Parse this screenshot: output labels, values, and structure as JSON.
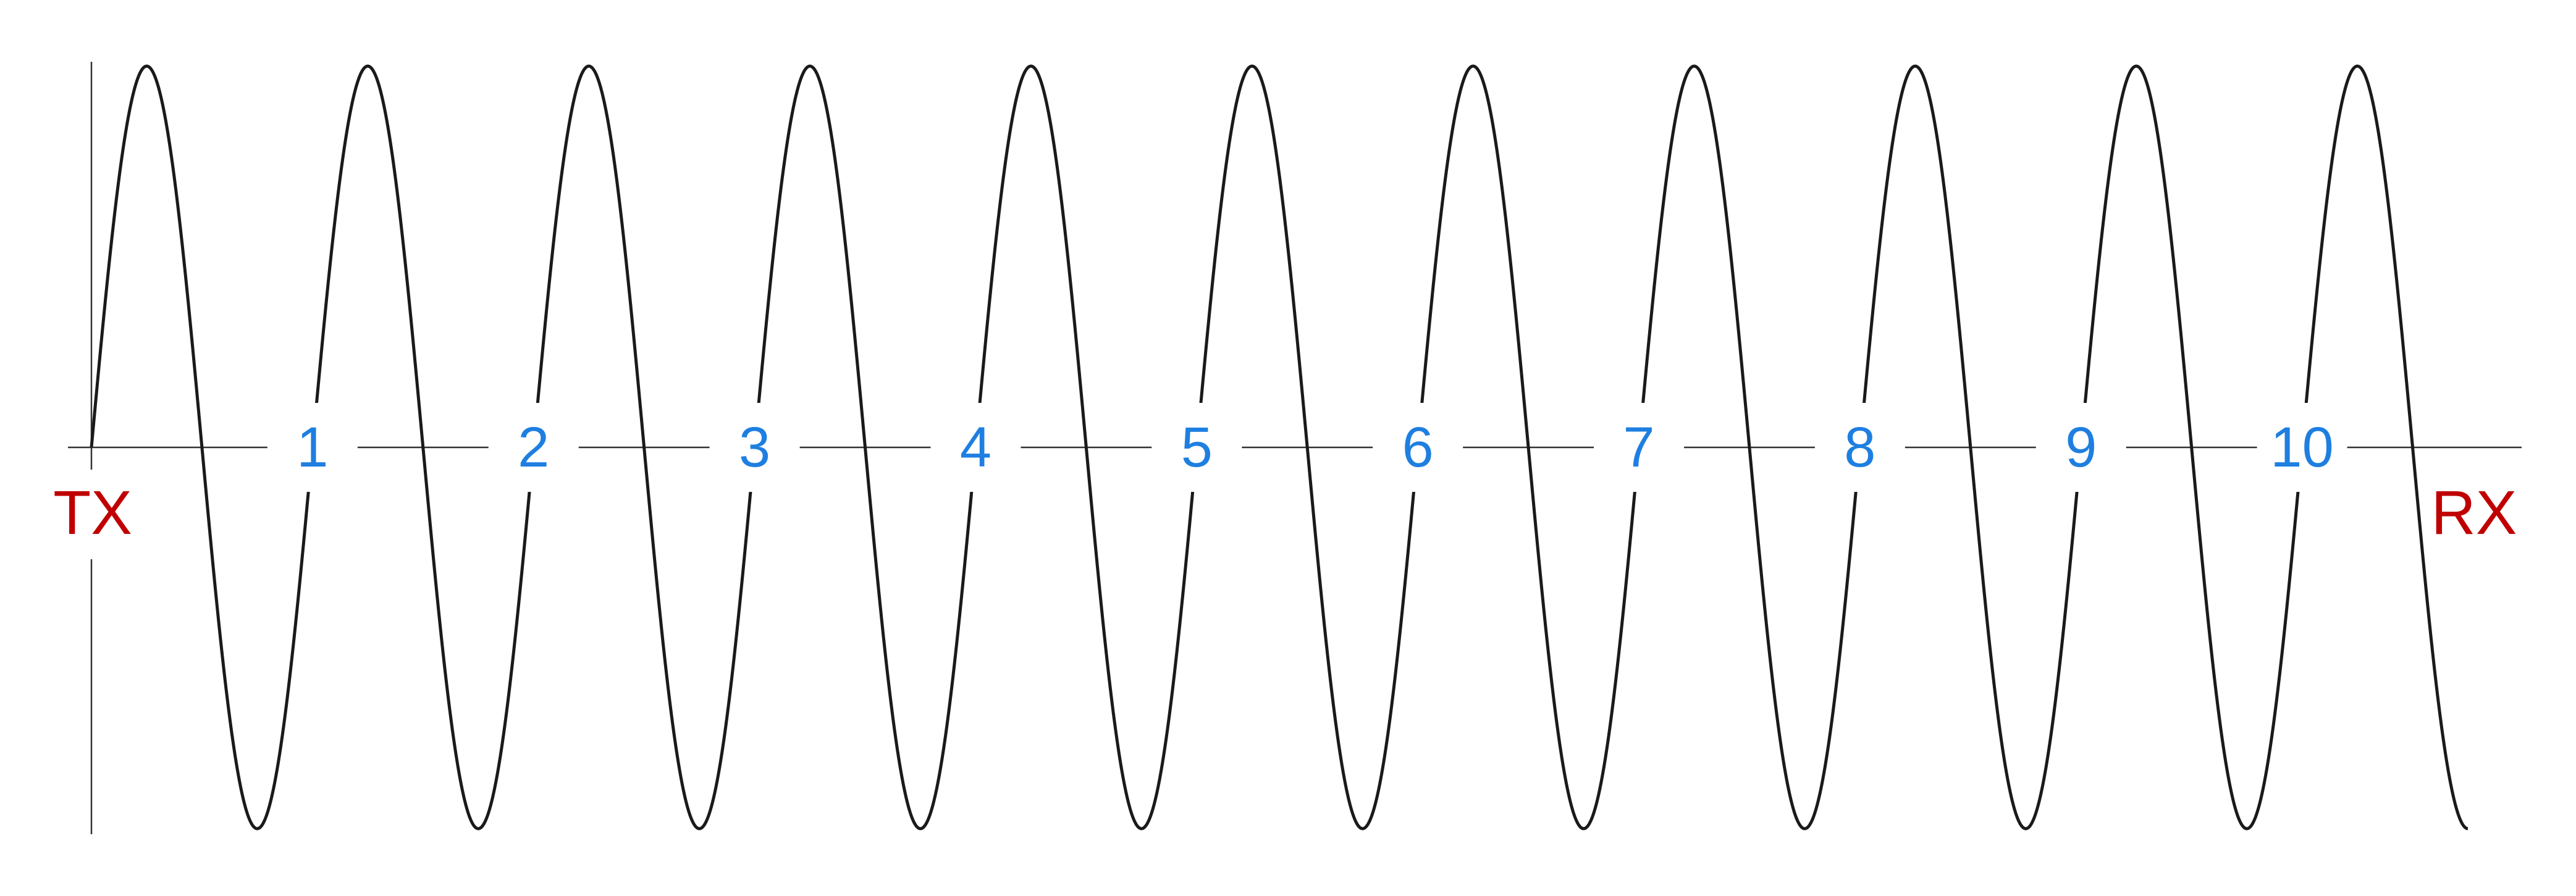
{
  "diagram": {
    "transmitter_label": "TX",
    "receiver_label": "RX",
    "cycle_labels": [
      "1",
      "2",
      "3",
      "4",
      "5",
      "6",
      "7",
      "8",
      "9",
      "10"
    ],
    "cycles": 10.75
  },
  "colors": {
    "wave": "#1a1a1a",
    "axis": "#333333",
    "endpoint_label": "#c00000",
    "cycle_label": "#1e7fe0",
    "background": "#ffffff"
  }
}
